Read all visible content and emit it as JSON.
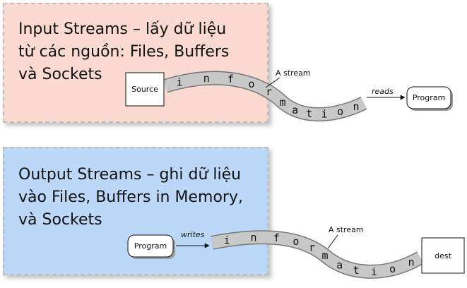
{
  "input_panel": {
    "text": "Input Streams – lấy dữ liệu\ntừ các nguồn: Files, Buffers\nvà Sockets"
  },
  "output_panel": {
    "text": "Output Streams – ghi dữ liệu\nvào Files, Buffers in Memory,\nvà Sockets"
  },
  "input_diagram": {
    "source_label": "Source",
    "stream_label": "A stream",
    "reads_label": "reads",
    "program_label": "Program",
    "stream_letters": [
      "i",
      "n",
      "f",
      "o",
      "r",
      "m",
      "a",
      "t",
      "i",
      "o",
      "n"
    ]
  },
  "output_diagram": {
    "program_label": "Program",
    "writes_label": "writes",
    "stream_label": "A stream",
    "dest_label": "dest",
    "stream_letters": [
      "i",
      "n",
      "f",
      "o",
      "r",
      "m",
      "a",
      "t",
      "i",
      "o",
      "n"
    ]
  },
  "colors": {
    "input_panel_bg": "#fadad0",
    "output_panel_bg": "#bcd8f8",
    "stream_ribbon": "#c8c8c8"
  }
}
